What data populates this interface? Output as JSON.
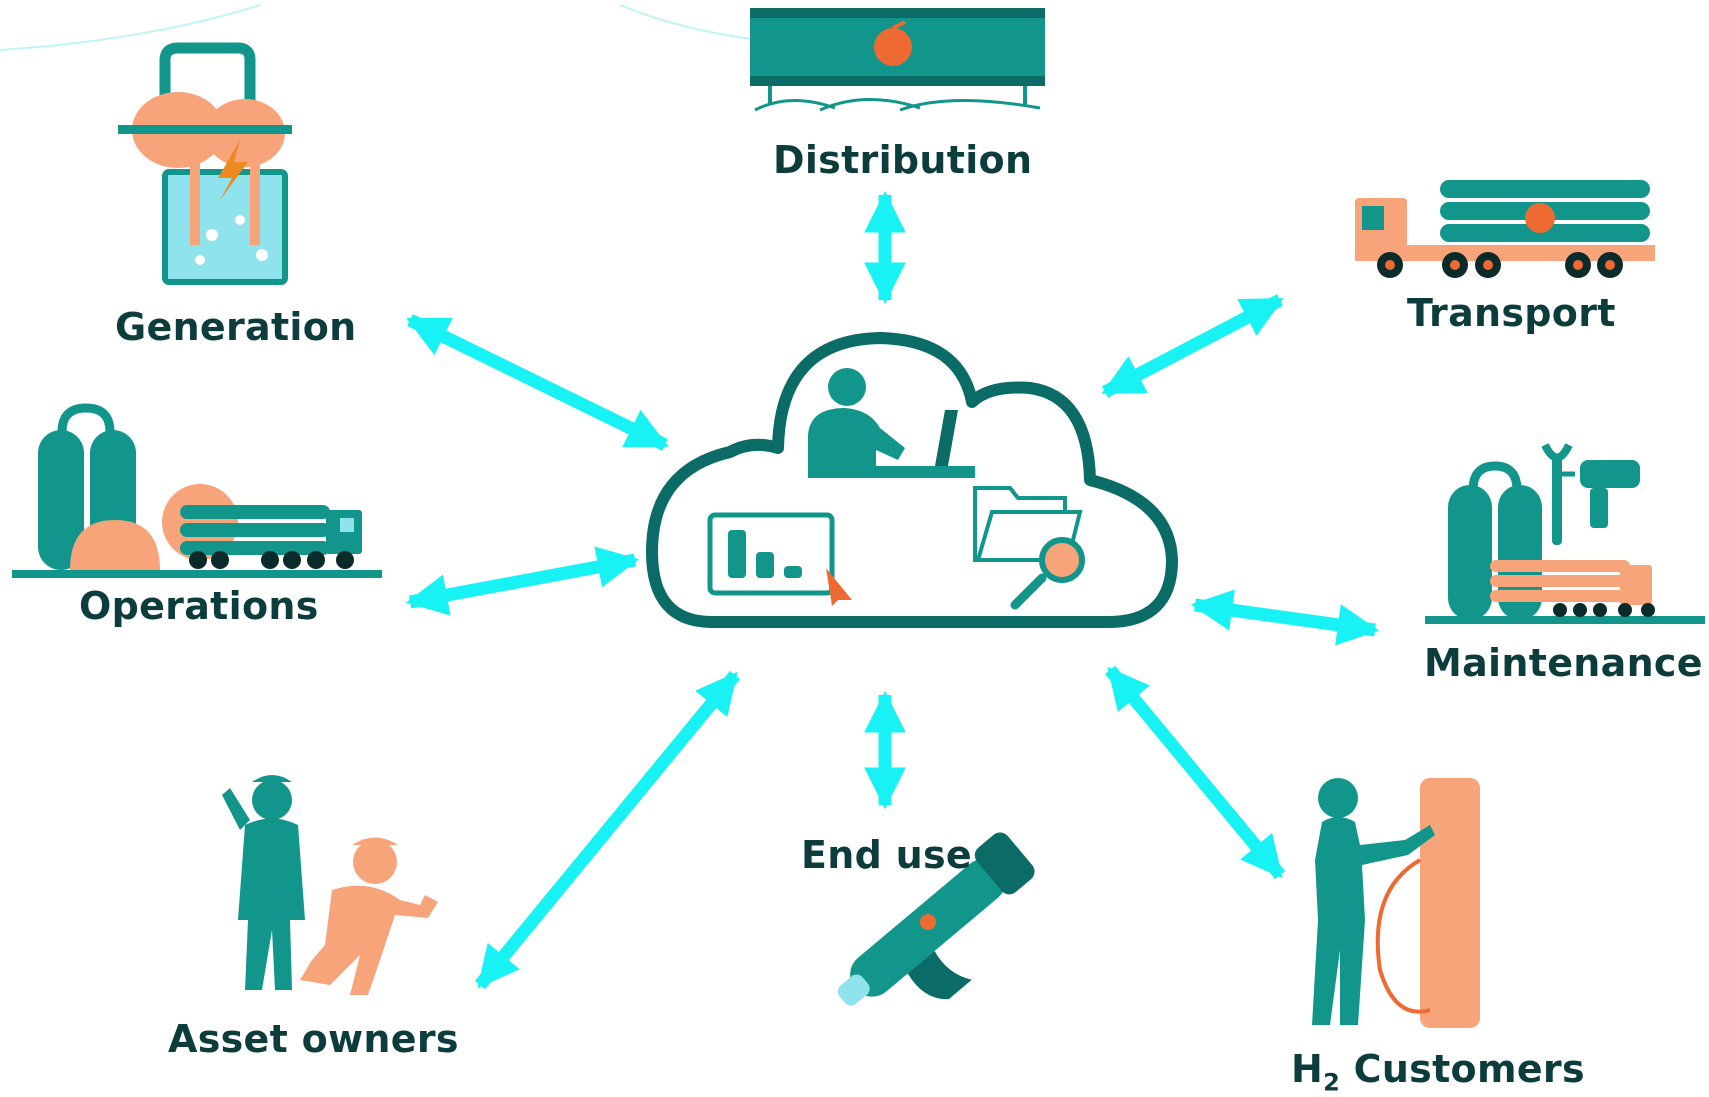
{
  "nodes": {
    "distribution": "Distribution",
    "generation": "Generation",
    "transport": "Transport",
    "operations": "Operations",
    "maintenance": "Maintenance",
    "asset_owners": "Asset owners",
    "end_use": "End use",
    "customers_prefix": "H",
    "customers_sub": "2",
    "customers_suffix": " Customers"
  },
  "colors": {
    "arrow": "#19f2f5",
    "teal": "#12968c",
    "dark_teal": "#0b6b66",
    "peach": "#f7a47a",
    "orange": "#ee6a33",
    "text": "#0c3c3c"
  }
}
